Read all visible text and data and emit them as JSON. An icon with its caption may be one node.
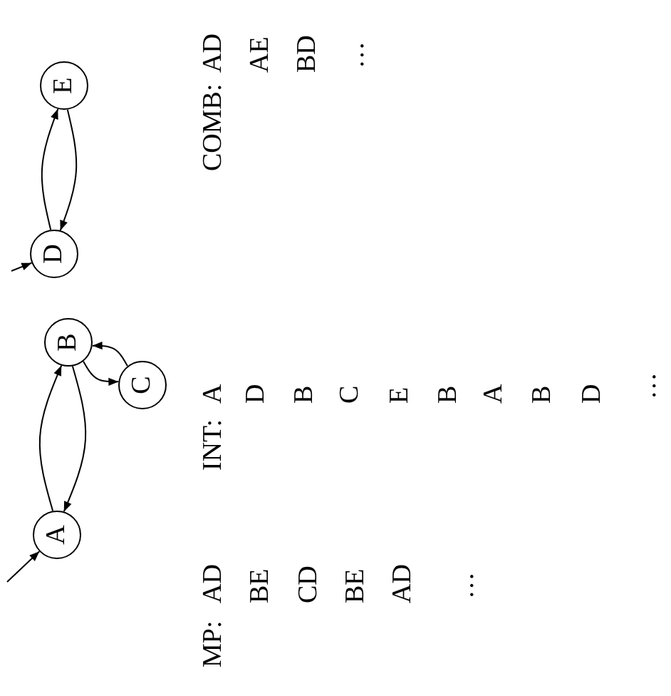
{
  "diagram": {
    "nodes": [
      {
        "text": [
          "A"
        ]
      },
      {
        "text": [
          "B"
        ]
      },
      {
        "text": [
          "C"
        ]
      },
      {
        "text": [
          "D"
        ]
      },
      {
        "text": [
          "E"
        ]
      }
    ],
    "edges": [
      {
        "from": null,
        "to": 0,
        "arrow": "to"
      },
      {
        "from": 0,
        "to": 1,
        "arrow": "to"
      },
      {
        "from": 1,
        "to": 0,
        "arrow": "to"
      },
      {
        "from": 1,
        "to": 2,
        "arrow": "to"
      },
      {
        "from": 2,
        "to": 1,
        "arrow": "to"
      },
      {
        "from": null,
        "to": 3,
        "arrow": "to"
      },
      {
        "from": 3,
        "to": 4,
        "arrow": "to"
      },
      {
        "from": 4,
        "to": 3,
        "arrow": "to"
      }
    ],
    "labels": [
      "MP:",
      "AD",
      "BE",
      "CD",
      "BE",
      "AD",
      "…",
      "INT:",
      "A",
      "D",
      "B",
      "C",
      "E",
      "B",
      "A",
      "B",
      "D",
      "…",
      "COMB:",
      "AD",
      "AE",
      "BD",
      "…"
    ]
  }
}
